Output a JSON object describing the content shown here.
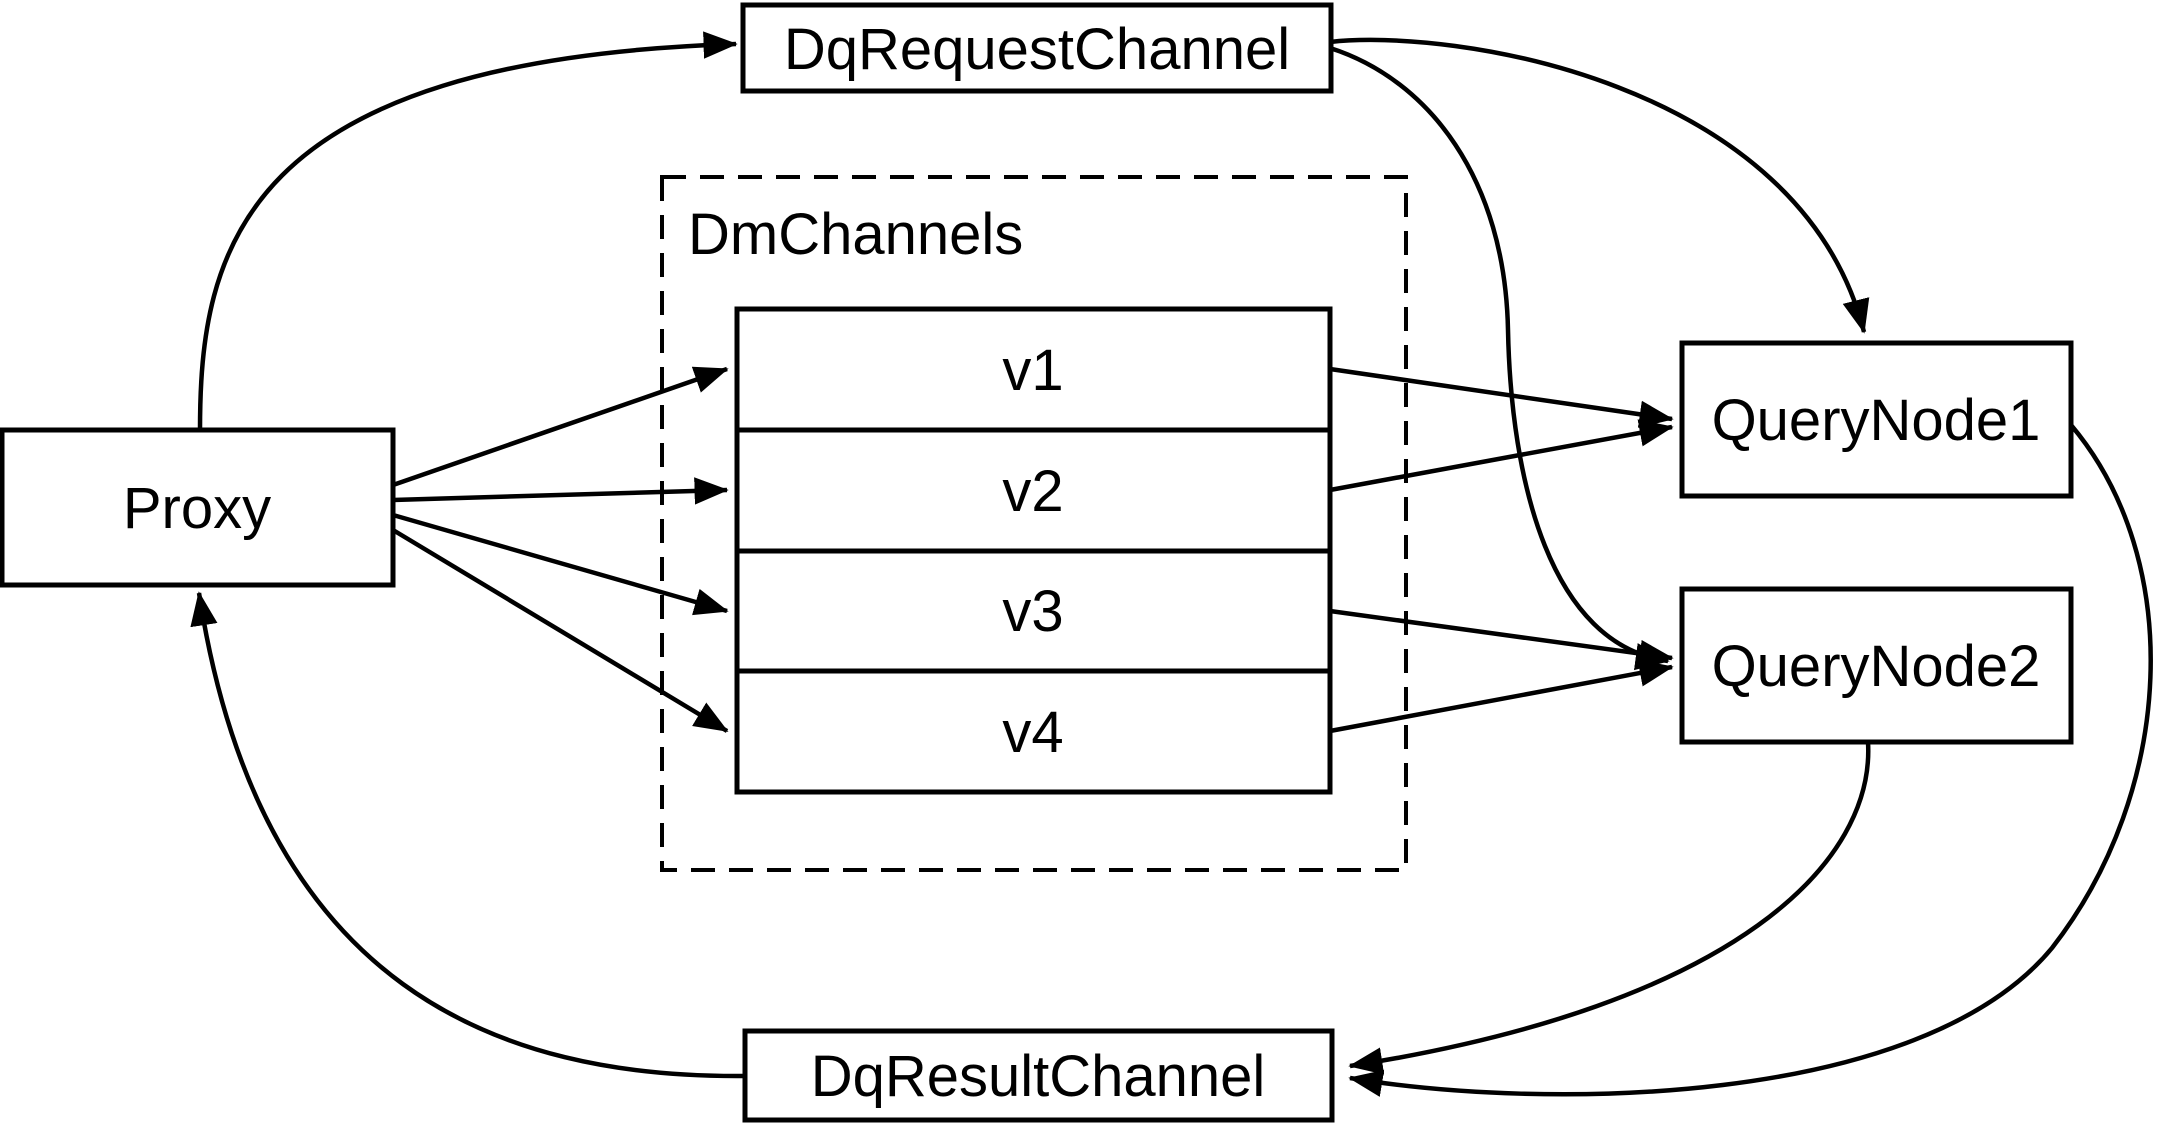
{
  "diagram": {
    "nodes": {
      "dq_request_channel": {
        "label": "DqRequestChannel"
      },
      "dm_channels_group": {
        "label": "DmChannels"
      },
      "vchannels": [
        {
          "label": "v1"
        },
        {
          "label": "v2"
        },
        {
          "label": "v3"
        },
        {
          "label": "v4"
        }
      ],
      "proxy": {
        "label": "Proxy"
      },
      "query_node1": {
        "label": "QueryNode1"
      },
      "query_node2": {
        "label": "QueryNode2"
      },
      "dq_result_channel": {
        "label": "DqResultChannel"
      }
    },
    "edges": [
      {
        "from": "Proxy",
        "to": "DqRequestChannel"
      },
      {
        "from": "Proxy",
        "to": "v1"
      },
      {
        "from": "Proxy",
        "to": "v2"
      },
      {
        "from": "Proxy",
        "to": "v3"
      },
      {
        "from": "Proxy",
        "to": "v4"
      },
      {
        "from": "v1",
        "to": "QueryNode1"
      },
      {
        "from": "v2",
        "to": "QueryNode1"
      },
      {
        "from": "v3",
        "to": "QueryNode2"
      },
      {
        "from": "v4",
        "to": "QueryNode2"
      },
      {
        "from": "DqRequestChannel",
        "to": "QueryNode1"
      },
      {
        "from": "DqRequestChannel",
        "to": "QueryNode2"
      },
      {
        "from": "QueryNode1",
        "to": "DqResultChannel"
      },
      {
        "from": "QueryNode2",
        "to": "DqResultChannel"
      },
      {
        "from": "DqResultChannel",
        "to": "Proxy"
      }
    ],
    "colors": {
      "stroke": "#000000",
      "background": "#ffffff",
      "text": "#000000"
    }
  }
}
